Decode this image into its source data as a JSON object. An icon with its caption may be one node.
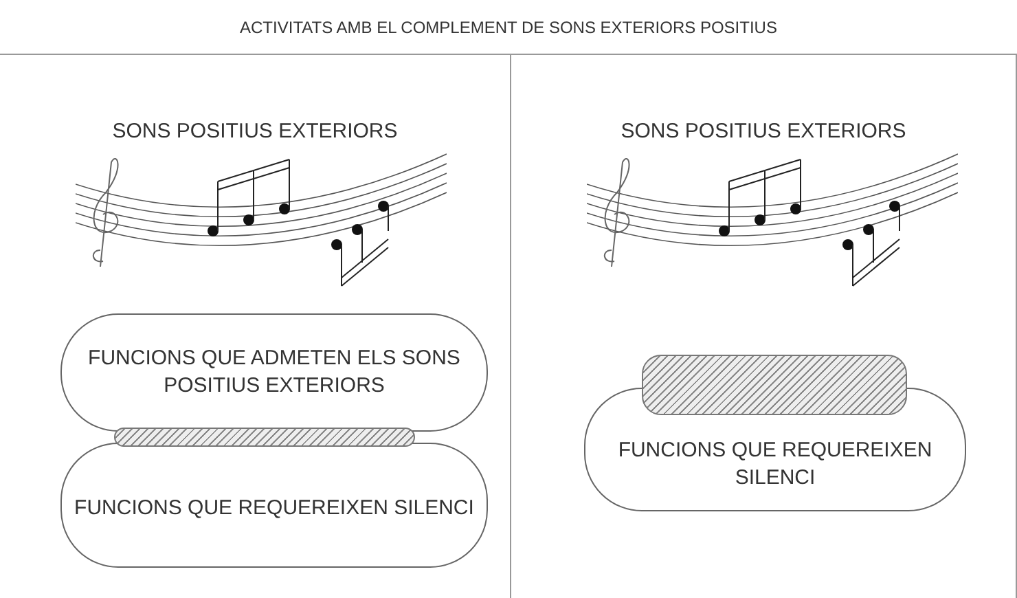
{
  "diagram": {
    "title": "ACTIVITATS AMB EL COMPLEMENT DE SONS EXTERIORS POSITIUS",
    "nodes": [
      {
        "text": [
          "SONS POSITIUS EXTERIORS"
        ]
      },
      {
        "text": [
          "FUNCIONS QUE ADMETEN ELS SONS POSITIUS EXTERIORS"
        ],
        "in": 0
      },
      {
        "text": [],
        "shape": "bar",
        "in": 0
      },
      {
        "text": [
          "FUNCIONS QUE REQUEREIXEN SILENCI"
        ],
        "in": 0
      },
      {
        "text": [
          "SONS POSITIUS EXTERIORS"
        ]
      },
      {
        "text": [],
        "shape": "bar",
        "in": 4
      },
      {
        "text": [
          "FUNCIONS QUE REQUEREIXEN SILENCI"
        ],
        "in": 4
      }
    ],
    "edges": []
  }
}
